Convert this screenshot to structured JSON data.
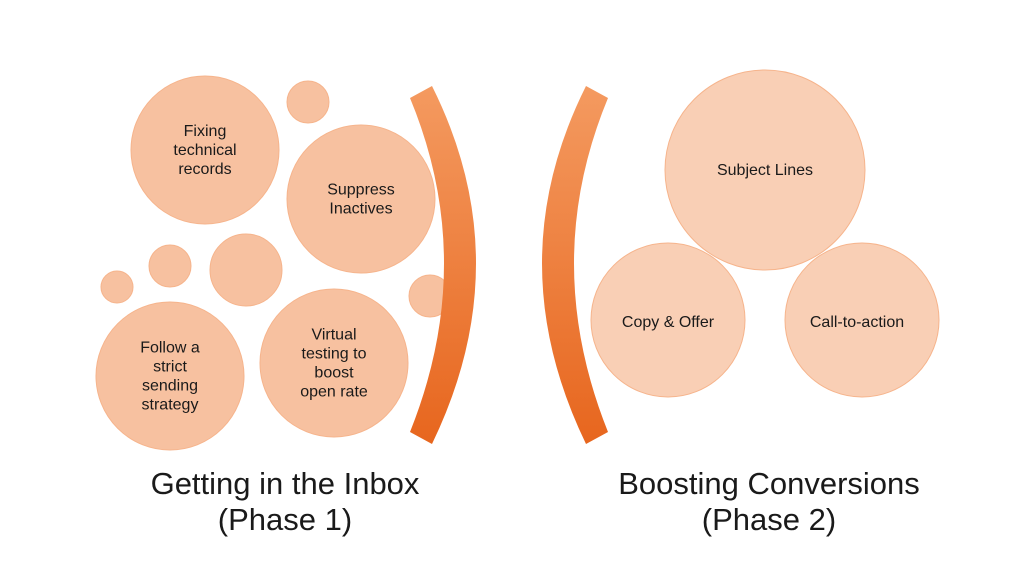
{
  "colors": {
    "circle_fill": "#f7c1a0",
    "circle_stroke": "#f6b48c",
    "arc_light": "#f59a5e",
    "arc_dark": "#e8671f",
    "text": "#1a1a1a"
  },
  "phase1": {
    "bubbles": [
      {
        "lines": [
          "Fixing",
          "technical",
          "records"
        ]
      },
      {
        "lines": [
          "Suppress",
          "Inactives"
        ]
      },
      {
        "lines": [
          "Follow a",
          "strict",
          "sending",
          "strategy"
        ]
      },
      {
        "lines": [
          "Virtual",
          "testing to",
          "boost",
          "open rate"
        ]
      }
    ],
    "caption_line1": "Getting in the Inbox",
    "caption_line2": "(Phase 1)"
  },
  "phase2": {
    "venn": {
      "top": "Subject Lines",
      "left": "Copy & Offer",
      "right": "Call-to-action"
    },
    "caption_line1": "Boosting Conversions",
    "caption_line2": "(Phase 2)"
  }
}
